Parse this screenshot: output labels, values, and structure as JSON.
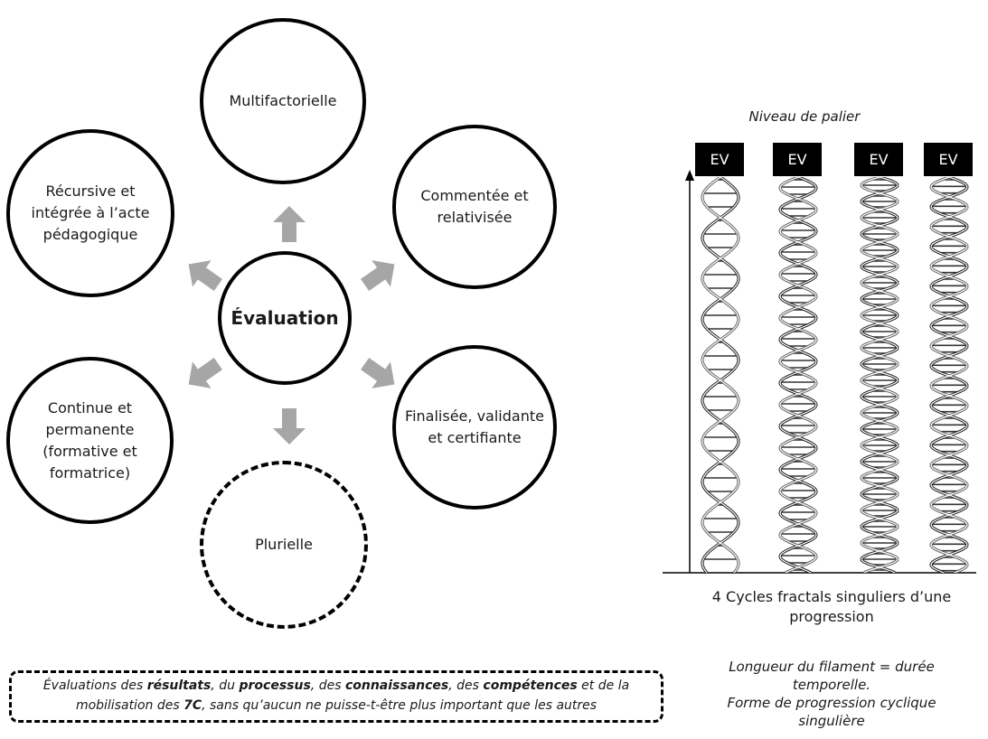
{
  "diagram": {
    "center": "Évaluation",
    "nodes": {
      "top": "Multifactorielle",
      "top_right": "Commentée et relativisée",
      "bottom_right": "Finalisée, validante et certifiante",
      "bottom": "Plurielle",
      "bottom_left": "Continue et permanente (formative et formatrice)",
      "top_left": "Récursive et intégrée à l’acte pédagogique"
    }
  },
  "note": {
    "p1": "Évaluations des ",
    "b1": "résultats",
    "p2": ", du ",
    "b2": "processus",
    "p3": ", des ",
    "b3": "connaissances",
    "p4": ", des ",
    "b4": "compétences",
    "p5": " et de la mobilisation des ",
    "b5": "7C",
    "p6": ", sans qu’aucun ne puisse-t-être plus important que les autres"
  },
  "right_panel": {
    "axis_top_label": "Niveau de palier",
    "ev_labels": [
      "EV",
      "EV",
      "EV",
      "EV"
    ],
    "bottom_label": "4 Cycles fractals singuliers d’une progression",
    "caption_line1": "Longueur du filament = durée temporelle.",
    "caption_line2": "Forme de progression cyclique singulière"
  },
  "colors": {
    "arrow": "#a6a6a6",
    "outline": "#000000"
  }
}
